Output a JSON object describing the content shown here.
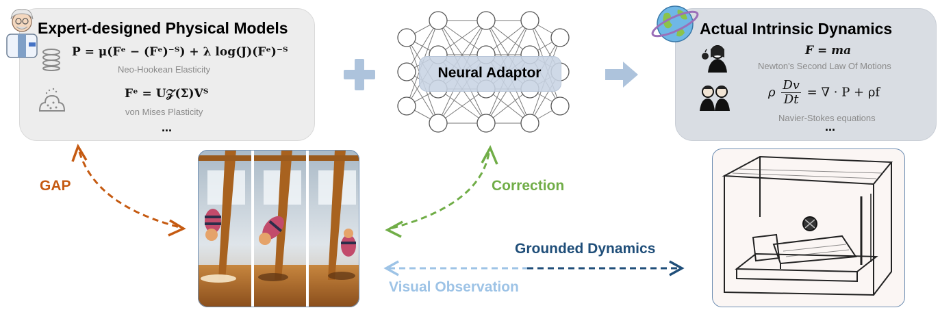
{
  "left_panel": {
    "title": "Expert-designed Physical Models",
    "eq1": "P = μ(Fᵉ − (Fᵉ)⁻ᵀ) + λ log(J)(Fᵉ)⁻ᵀ",
    "eq1_label": "Neo-Hookean Elasticity",
    "eq2": "Fᵉ = U𝒵(Σ)Vᵀ",
    "eq2_label": "von Mises Plasticity",
    "ellipsis": "..."
  },
  "center": {
    "adaptor_label": "Neural Adaptor"
  },
  "right_panel": {
    "title": "Actual Intrinsic Dynamics",
    "eq1": "F = ma",
    "eq1_label": "Newton's Second Law Of Motions",
    "eq2_lhs_coef": "ρ",
    "eq2_num": "Dv",
    "eq2_den": "Dt",
    "eq2_rhs": "= ∇ · P + ρf",
    "eq2_label": "Navier-Stokes equations",
    "ellipsis": "..."
  },
  "arrows": {
    "gap_label": "GAP",
    "correction_label": "Correction",
    "grounded_label": "Grounded Dynamics",
    "visual_label": "Visual Observation"
  },
  "colors": {
    "gap": "#c55a11",
    "correction": "#70ad47",
    "grounded": "#1f4e79",
    "visual": "#9dc3e6",
    "plus": "#adc3dc",
    "node_stroke": "#555555"
  }
}
